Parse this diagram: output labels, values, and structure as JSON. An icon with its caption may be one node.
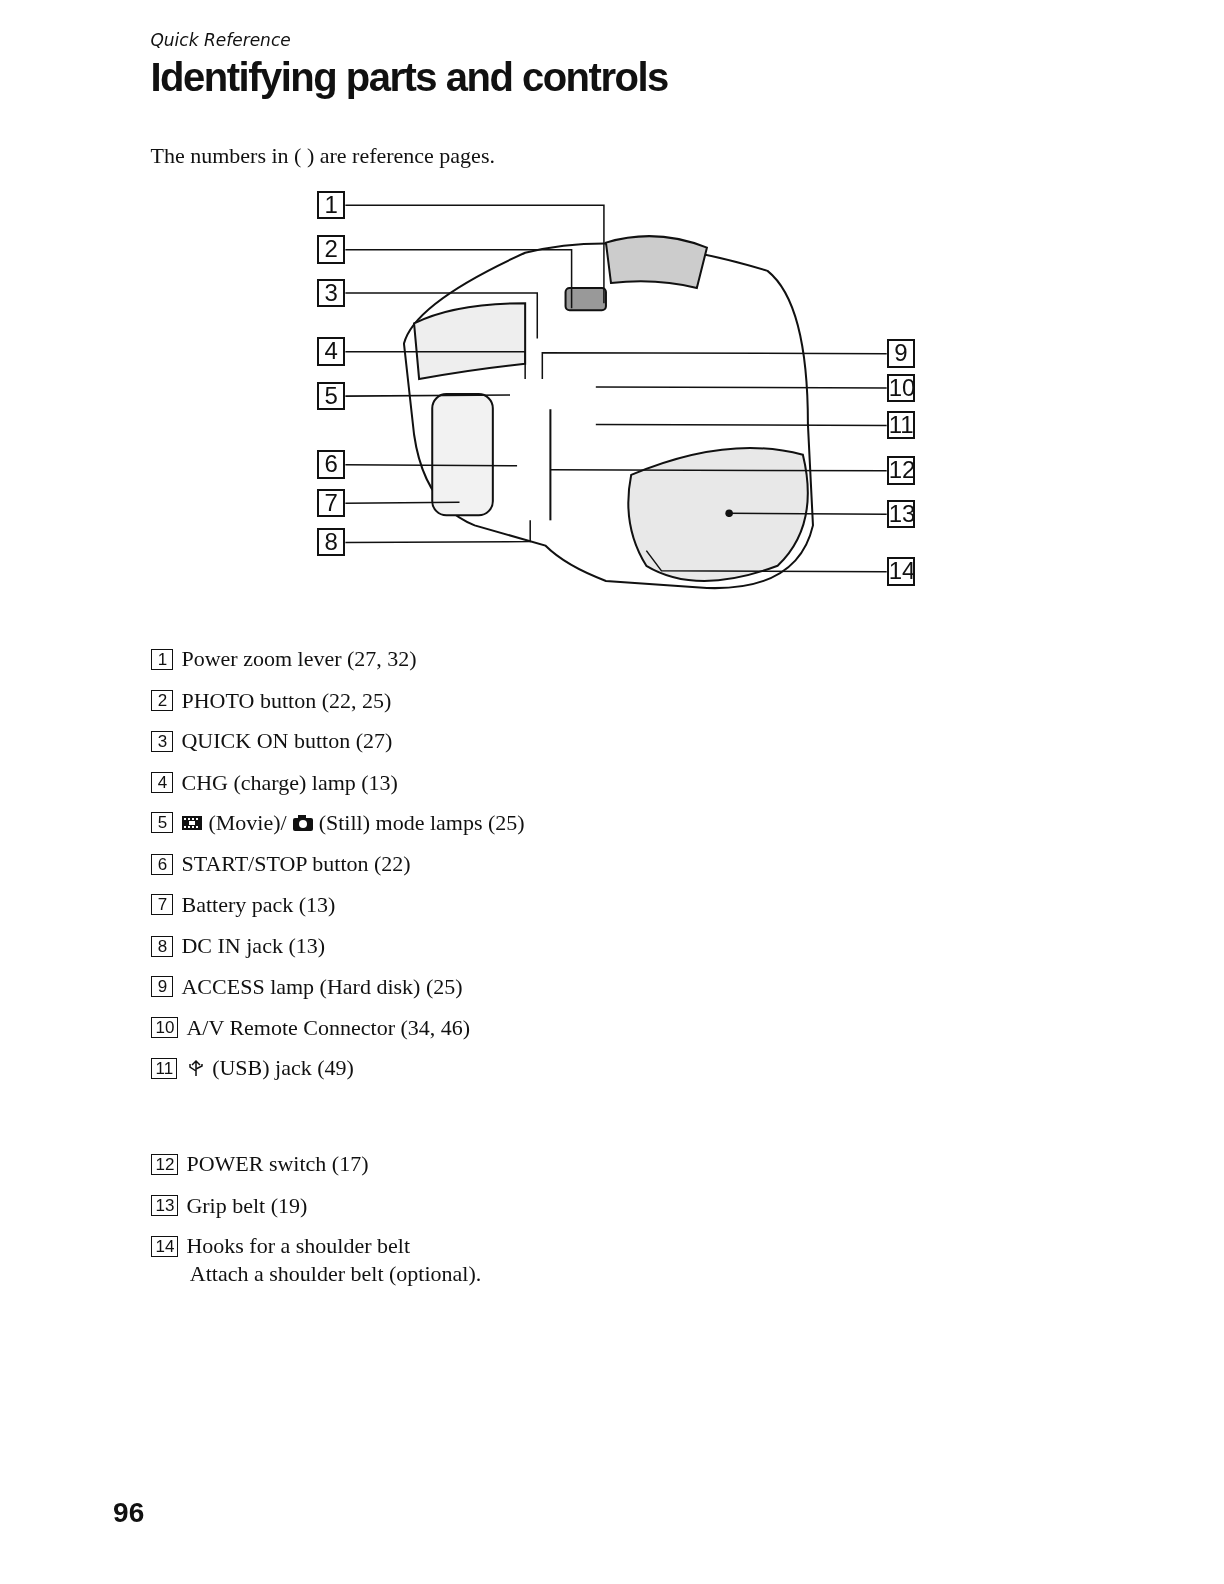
{
  "diagram": {
    "title": "Identifying parts and controls",
    "nodes": [
      {
        "text": [
          "1"
        ]
      },
      {
        "text": [
          "2"
        ]
      },
      {
        "text": [
          "3"
        ]
      },
      {
        "text": [
          "4"
        ]
      },
      {
        "text": [
          "5"
        ]
      },
      {
        "text": [
          "6"
        ]
      },
      {
        "text": [
          "7"
        ]
      },
      {
        "text": [
          "8"
        ]
      },
      {
        "text": [
          "9"
        ]
      },
      {
        "text": [
          "10"
        ]
      },
      {
        "text": [
          "11"
        ]
      },
      {
        "text": [
          "12"
        ]
      },
      {
        "text": [
          "13"
        ]
      },
      {
        "text": [
          "14"
        ]
      }
    ],
    "edges": [
      {
        "from": 0,
        "to": null,
        "arrow": "none"
      },
      {
        "from": 1,
        "to": null,
        "arrow": "none"
      },
      {
        "from": 2,
        "to": null,
        "arrow": "none"
      },
      {
        "from": 3,
        "to": null,
        "arrow": "none"
      },
      {
        "from": 4,
        "to": null,
        "arrow": "none"
      },
      {
        "from": 5,
        "to": null,
        "arrow": "none"
      },
      {
        "from": 6,
        "to": null,
        "arrow": "none"
      },
      {
        "from": 7,
        "to": null,
        "arrow": "none"
      },
      {
        "from": 8,
        "to": null,
        "arrow": "none"
      },
      {
        "from": 9,
        "to": null,
        "arrow": "none"
      },
      {
        "from": 10,
        "to": null,
        "arrow": "none"
      },
      {
        "from": 11,
        "to": null,
        "arrow": "none"
      },
      {
        "from": 12,
        "to": null,
        "arrow": "other"
      },
      {
        "from": 13,
        "to": null,
        "arrow": "none"
      }
    ],
    "labels": [
      "Quick Reference",
      "The numbers in ( ) are reference pages.",
      "1",
      "Power zoom lever (27, 32)",
      "2",
      "PHOTO button (22, 25)",
      "3",
      "QUICK ON button (27)",
      "4",
      "CHG (charge) lamp (13)",
      "5",
      "(Movie)/",
      "(Still) mode lamps (25)",
      "6",
      "START/STOP button (22)",
      "7",
      "Battery pack (13)",
      "8",
      "DC IN jack (13)",
      "9",
      "ACCESS lamp (Hard disk) (25)",
      "10",
      "A/V Remote Connector (34, 46)",
      "11",
      "(USB) jack (49)",
      "12",
      "POWER switch (17)",
      "13",
      "Grip belt (19)",
      "14",
      "Hooks for a shoulder belt",
      "Attach a shoulder belt (optional).",
      "96"
    ]
  }
}
